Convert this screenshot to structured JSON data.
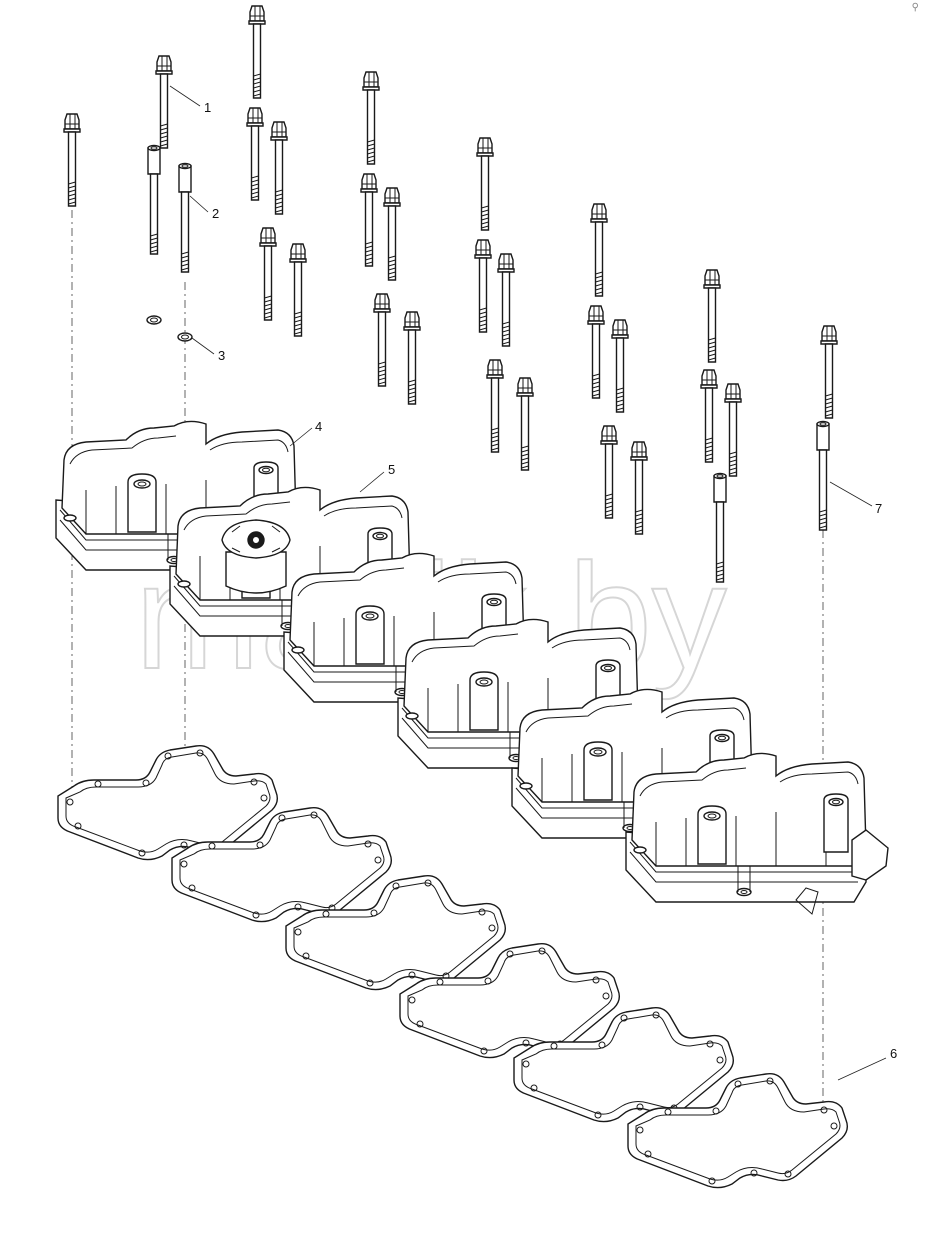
{
  "watermark": "mazik.by",
  "corner_mark": "⚲",
  "callouts": [
    {
      "label": "1",
      "part": "bolt"
    },
    {
      "label": "2",
      "part": "spacer-stud"
    },
    {
      "label": "3",
      "part": "washer"
    },
    {
      "label": "4",
      "part": "valve-cover"
    },
    {
      "label": "5",
      "part": "valve-cover-with-filler-cap"
    },
    {
      "label": "6",
      "part": "gasket"
    },
    {
      "label": "7",
      "part": "spacer-stud"
    }
  ]
}
